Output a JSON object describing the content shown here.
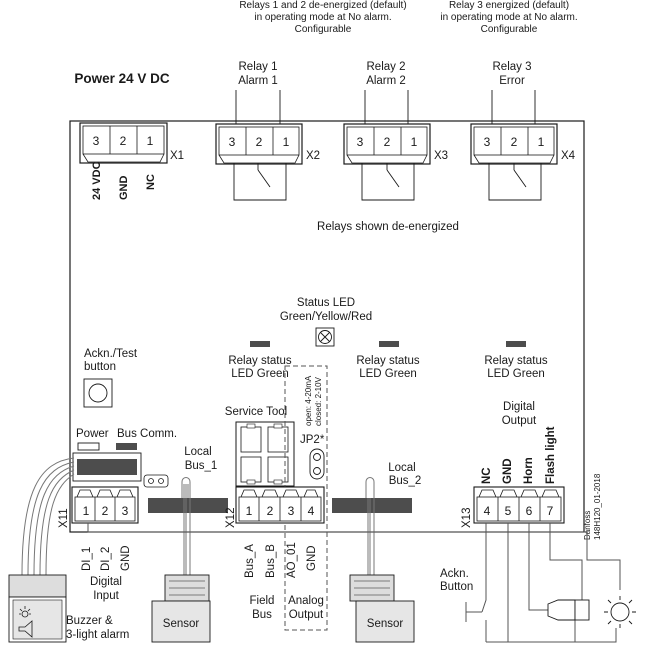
{
  "notes": {
    "relay12_line1": "Relays 1 and 2 de-energized (default)",
    "relay12_line2": "in operating mode at No alarm.",
    "relay12_line3": "Configurable",
    "relay3_line1": "Relay 3 energized (default)",
    "relay3_line2": "in operating mode at No alarm.",
    "relay3_line3": "Configurable"
  },
  "power": {
    "title": "Power 24 V DC",
    "connector": "X1",
    "pins": [
      "3",
      "2",
      "1"
    ],
    "pin_labels": [
      "24 VDC",
      "GND",
      "NC"
    ]
  },
  "relays": [
    {
      "line1": "Relay 1",
      "line2": "Alarm 1",
      "connector": "X2",
      "pins": [
        "3",
        "2",
        "1"
      ]
    },
    {
      "line1": "Relay 2",
      "line2": "Alarm 2",
      "connector": "X3",
      "pins": [
        "3",
        "2",
        "1"
      ]
    },
    {
      "line1": "Relay 3",
      "line2": "Error",
      "connector": "X4",
      "pins": [
        "3",
        "2",
        "1"
      ]
    }
  ],
  "relays_note": "Relays shown de-energized",
  "status_led": {
    "line1": "Status LED",
    "line2": "Green/Yellow/Red"
  },
  "relay_status_leds": [
    {
      "line1": "Relay status",
      "line2": "LED Green"
    },
    {
      "line1": "Relay status",
      "line2": "LED Green"
    },
    {
      "line1": "Relay status",
      "line2": "LED Green"
    }
  ],
  "ackn_test": {
    "line1": "Ackn./Test",
    "line2": "button"
  },
  "service_tool": "Service Tool",
  "jumper": {
    "label": "JP2*",
    "open": "open: 4-20mA",
    "closed": "closed: 2-10V"
  },
  "led_labels": {
    "power": "Power",
    "bus_comm": "Bus Comm."
  },
  "digital_output": {
    "line1": "Digital",
    "line2": "Output"
  },
  "local_bus_1": {
    "line1": "Local",
    "line2": "Bus_1"
  },
  "local_bus_2": {
    "line1": "Local",
    "line2": "Bus_2"
  },
  "x11": {
    "connector": "X11",
    "pins": [
      "1",
      "2",
      "3"
    ],
    "pin_labels": [
      "DI_1",
      "DI_2",
      "GND"
    ],
    "group_line1": "Digital",
    "group_line2": "Input"
  },
  "x12": {
    "connector": "X12",
    "pins": [
      "1",
      "2",
      "3",
      "4"
    ],
    "pin_labels": [
      "Bus_A",
      "Bus_B",
      "AO_01",
      "GND"
    ],
    "field_bus_line1": "Field",
    "field_bus_line2": "Bus",
    "analog_line1": "Analog",
    "analog_line2": "Output"
  },
  "x13": {
    "connector": "X13",
    "pins": [
      "4",
      "5",
      "6",
      "7"
    ],
    "pin_labels": [
      "NC",
      "GND",
      "Horn",
      "Flash light"
    ]
  },
  "devices": {
    "buzzer_line1": "Buzzer &",
    "buzzer_line2": "3-light alarm",
    "sensor1": "Sensor",
    "sensor2": "Sensor",
    "ackn_button_line1": "Ackn.",
    "ackn_button_line2": "Button"
  },
  "doc_ref": {
    "line1": "Danfoss",
    "line2": "148H120_01-2018"
  }
}
